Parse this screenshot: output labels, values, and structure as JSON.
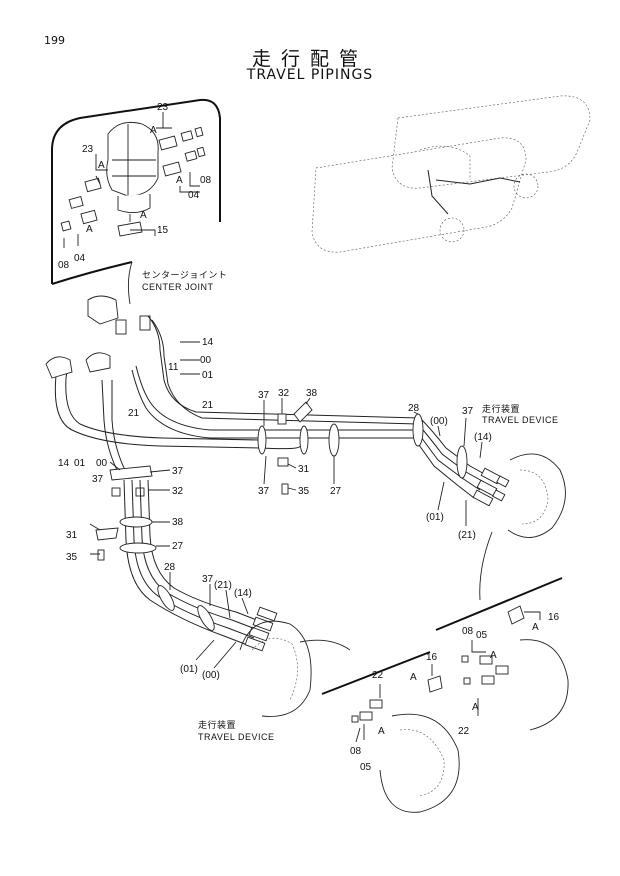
{
  "page_number": "199",
  "title_jp": "走行配管",
  "title_en": "TRAVEL PIPINGS",
  "captions": {
    "center_joint_jp": "センタージョイント",
    "center_joint_en": "CENTER JOINT",
    "travel_device_right_jp": "走行装置",
    "travel_device_right_en": "TRAVEL DEVICE",
    "travel_device_bottom_jp": "走行装置",
    "travel_device_bottom_en": "TRAVEL DEVICE"
  },
  "part_labels": {
    "cj_23_top": "23",
    "cj_a_1": "A",
    "cj_23_left": "23",
    "cj_a_2": "A",
    "cj_08_right": "08",
    "cj_a_3": "A",
    "cj_04_right": "04",
    "cj_a_4": "A",
    "cj_15": "15",
    "cj_a_5": "A",
    "cj_08_left": "08",
    "cj_04_left": "04",
    "m_14": "14",
    "m_00": "00",
    "m_01": "01",
    "m_11": "11",
    "m_21_a": "21",
    "m_21_b": "21",
    "m_14_left": "14",
    "m_01_left": "01",
    "m_00_left": "00",
    "m_37_top": "37",
    "m_32_top": "32",
    "m_38_top": "38",
    "m_31_mid": "31",
    "m_37_mid": "37",
    "m_35_mid": "35",
    "m_27_mid": "27",
    "m_37_l": "37",
    "m_37_r": "37",
    "m_32_l": "32",
    "m_31_l": "31",
    "m_38_l": "38",
    "m_35_l": "35",
    "m_27_l": "27",
    "r_28": "28",
    "r_00": "(00)",
    "r_37": "37",
    "r_14": "(14)",
    "r_01": "(01)",
    "r_21": "(21)",
    "b_28": "28",
    "b_37": "37",
    "b_21": "(21)",
    "b_14": "(14)",
    "b_01": "(01)",
    "b_00": "(00)",
    "br_16": "16",
    "br_a_1": "A",
    "br_08": "08",
    "br_05": "05",
    "br_a_2": "A",
    "br_a_3": "A",
    "br_22": "22",
    "bc_22": "22",
    "bc_16": "16",
    "bc_a_1": "A",
    "bc_a_2": "A",
    "bc_08": "08",
    "bc_05": "05"
  }
}
